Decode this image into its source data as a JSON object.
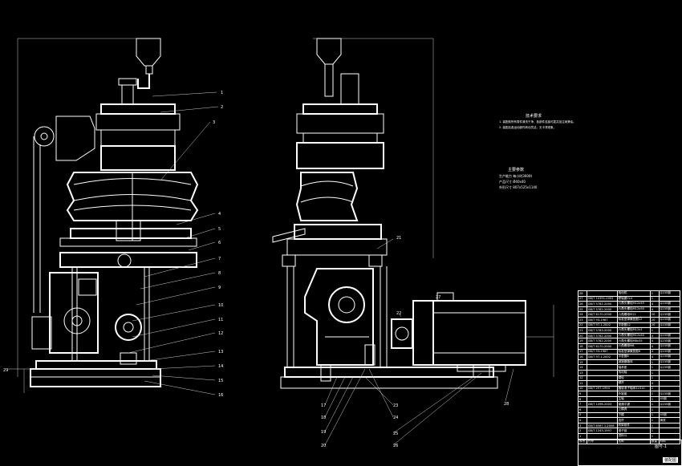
{
  "tech_requirements": {
    "title": "技术要求",
    "items": [
      "1. 装配前所有零件清洗干净，各部件连接可靠并加注润滑油。",
      "2. 装配后各运动部件转动灵活，无卡滞现象。"
    ]
  },
  "main_params": {
    "title": "主要参数",
    "rows": [
      {
        "label": "生产能力",
        "value": "每小时3600t"
      },
      {
        "label": "产品尺寸",
        "value": "Ø40x40"
      },
      {
        "label": "外形尺寸",
        "value": "807x525x1140"
      }
    ]
  },
  "callouts_left": [
    "1",
    "2",
    "3",
    "4",
    "5",
    "6",
    "7",
    "8",
    "9",
    "10",
    "11",
    "12",
    "13",
    "14",
    "15",
    "16",
    "29"
  ],
  "callouts_right": [
    "17",
    "18",
    "19",
    "20",
    "21",
    "22",
    "23",
    "24",
    "25",
    "26",
    "27",
    "28"
  ],
  "bom": [
    [
      "28",
      "",
      "电动机",
      "1",
      "Q235钢"
    ],
    [
      "27",
      "GB/T 10391-2002",
      "联轴器YL4",
      "1",
      ""
    ],
    [
      "26",
      "GB/T 5782-2000",
      "六角头螺栓M12x45",
      "4",
      "Q235钢"
    ],
    [
      "25",
      "GB/T 5782-2000",
      "六角头螺栓M12x50",
      "4",
      "Q235钢"
    ],
    [
      "24",
      "GB/T 6170-2000",
      "六角螺母M12",
      "20",
      "Q235钢"
    ],
    [
      "23",
      "GB/T 93-1987",
      "标准型弹簧垫圈12",
      "20",
      "Q235钢"
    ],
    [
      "22",
      "GB/T 97.1-2002",
      "平垫圈12",
      "20",
      "Q235钢"
    ],
    [
      "21",
      "GB/T 5783-2000",
      "六角头螺栓M12x1",
      "1",
      ""
    ],
    [
      "20",
      "GB/T 5782-2000",
      "六角头螺栓M12x40",
      "4",
      "Q235钢"
    ],
    [
      "19",
      "GB/T 5782-2000",
      "六角头螺栓M8x35",
      "4",
      "Q235钢"
    ],
    [
      "18",
      "GB/T 6170-2000",
      "六角螺母M8",
      "4",
      "Q235钢"
    ],
    [
      "17",
      "GB/T 93-1987",
      "标准型弹簧垫圈8",
      "4",
      "Q235钢"
    ],
    [
      "16",
      "GB/T 97.1-2002",
      "平垫圈8",
      "4",
      "Q235钢"
    ],
    [
      "15",
      "",
      "减速器箱体",
      "1",
      "Q235钢"
    ],
    [
      "14",
      "",
      "轴承座",
      "1",
      "Q235钢"
    ],
    [
      "13",
      "",
      "传动轴",
      "1",
      ""
    ],
    [
      "12",
      "",
      "蜗轮",
      "1",
      ""
    ],
    [
      "11",
      "",
      "蜗杆",
      "4",
      ""
    ],
    [
      "10",
      "GB/T 297-1994",
      "圆锥滚子轴承32310",
      "2",
      ""
    ],
    [
      "9",
      "",
      "外锥套",
      "1",
      "Q235钢"
    ],
    [
      "8",
      "",
      "主轴",
      "1",
      "45钢"
    ],
    [
      "7",
      "GB/T 1096-2003",
      "普通平键",
      "1",
      "Q235钢"
    ],
    [
      "6",
      "",
      "上模具",
      "1",
      ""
    ],
    [
      "5",
      "",
      "下模",
      "1",
      "45钢"
    ],
    [
      "4",
      "",
      "连杆",
      "1",
      "铸铁"
    ],
    [
      "3",
      "GB/T 6567.1-2008",
      "机架组件",
      "1",
      ""
    ],
    [
      "2",
      "GB/T 1243-1997",
      "滚子链",
      "1",
      ""
    ],
    [
      "1",
      "",
      "进料斗",
      "1",
      ""
    ]
  ],
  "bom_header": [
    "序号",
    "代号",
    "名称",
    "数量",
    "材料"
  ],
  "title_block": {
    "drawing_no": "图号-1",
    "title": "装配图"
  }
}
